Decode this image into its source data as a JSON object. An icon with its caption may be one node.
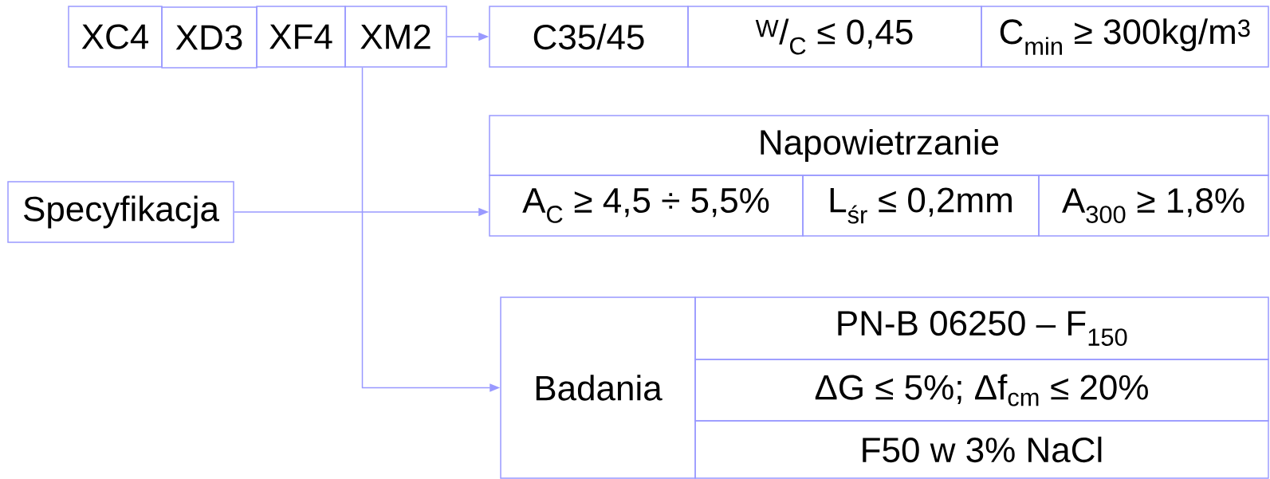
{
  "diagram": {
    "nodes": [
      {
        "text": [
          "XC4"
        ]
      },
      {
        "text": [
          "XD3"
        ]
      },
      {
        "text": [
          "XF4"
        ]
      },
      {
        "text": [
          "XM2"
        ]
      },
      {
        "text": [
          "C35/45"
        ]
      },
      {
        "text": [
          "$^{W}$/$_{C}$ ≤ 0,45"
        ]
      },
      {
        "text": [
          "C$_{min}$ ≥ 300kg/m$^{3}$"
        ]
      },
      {
        "text": [
          "Specyfikacja"
        ]
      },
      {
        "text": [
          "Napowietrzanie"
        ]
      },
      {
        "text": [
          "A$_{C}$ ≥ 4,5 ÷ 5,5%"
        ]
      },
      {
        "text": [
          "L$_{śr}$ ≤ 0,2mm"
        ]
      },
      {
        "text": [
          "A$_{300}$ ≥ 1,8%"
        ]
      },
      {
        "text": [
          "Badania"
        ]
      },
      {
        "text": [
          "PN-B 06250 – F$_{150}$"
        ]
      },
      {
        "text": [
          "ΔG ≤ 5%; Δf$_{cm}$ ≤ 20%"
        ]
      },
      {
        "text": [
          "F50 w 3% NaCl"
        ]
      }
    ],
    "edges": [
      {
        "from": 3,
        "to": 4,
        "arrow": "to"
      },
      {
        "from": 7,
        "to": 9,
        "arrow": "to"
      },
      {
        "from": 3,
        "to": 12,
        "arrow": "to"
      }
    ]
  }
}
